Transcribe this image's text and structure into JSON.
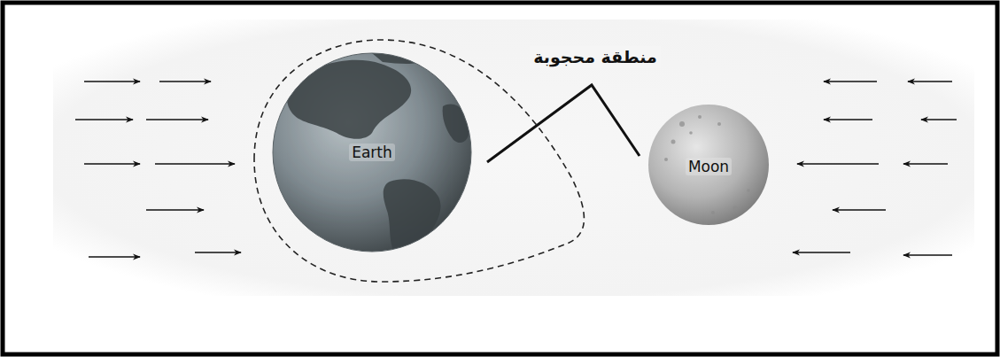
{
  "diagram": {
    "nodes": [
      {
        "text": [
          "Earth"
        ]
      },
      {
        "text": [
          "Moon"
        ]
      }
    ],
    "labels": [
      "منطقة محجوبة"
    ]
  }
}
